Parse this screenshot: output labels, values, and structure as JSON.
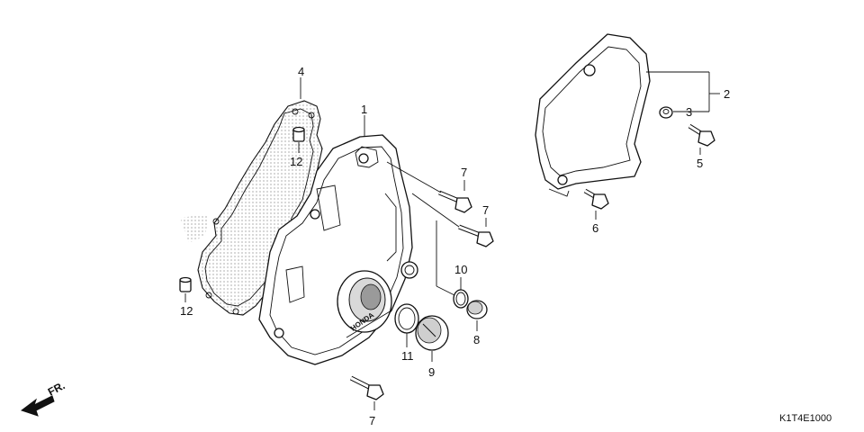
{
  "callouts": {
    "c1": "1",
    "c2": "2",
    "c3": "3",
    "c4": "4",
    "c5": "5",
    "c6": "6",
    "c7a": "7",
    "c7b": "7",
    "c7c": "7",
    "c8": "8",
    "c9": "9",
    "c10": "10",
    "c11": "11",
    "c12a": "12",
    "c12b": "12"
  },
  "direction_label": "FR.",
  "diagram_code": "K1T4E1000"
}
